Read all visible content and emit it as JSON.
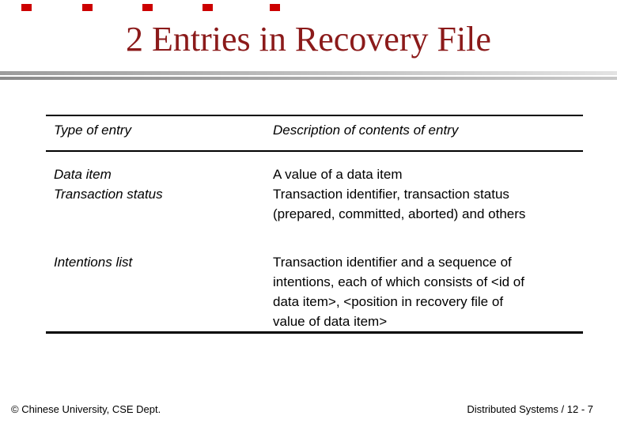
{
  "slide": {
    "title": "2 Entries in Recovery File",
    "title_color": "#8B1A1A",
    "background_color": "#FFFFFF",
    "decoration": {
      "top_squares_count": 5,
      "top_squares_color": "#CC0000",
      "separator_bar_dark": "#8a8a8a",
      "separator_bar_light": "#e3e3e3"
    }
  },
  "table": {
    "header": {
      "col1": "Type of entry",
      "col2": "Description of contents of entry"
    },
    "rows": [
      {
        "col1": "Data item\nTransaction status",
        "col2": "A value of a data item\nTransaction identifier, transaction status\n(prepared, committed, aborted) and others"
      },
      {
        "col1": "Intentions list",
        "col2": "Transaction identifier and a sequence of\nintentions, each of which consists of <id of\ndata item>, <position in recovery file of\nvalue of data item>"
      }
    ]
  },
  "footer": {
    "left": "© Chinese University, CSE Dept.",
    "right": "Distributed Systems / 12 - 7"
  }
}
